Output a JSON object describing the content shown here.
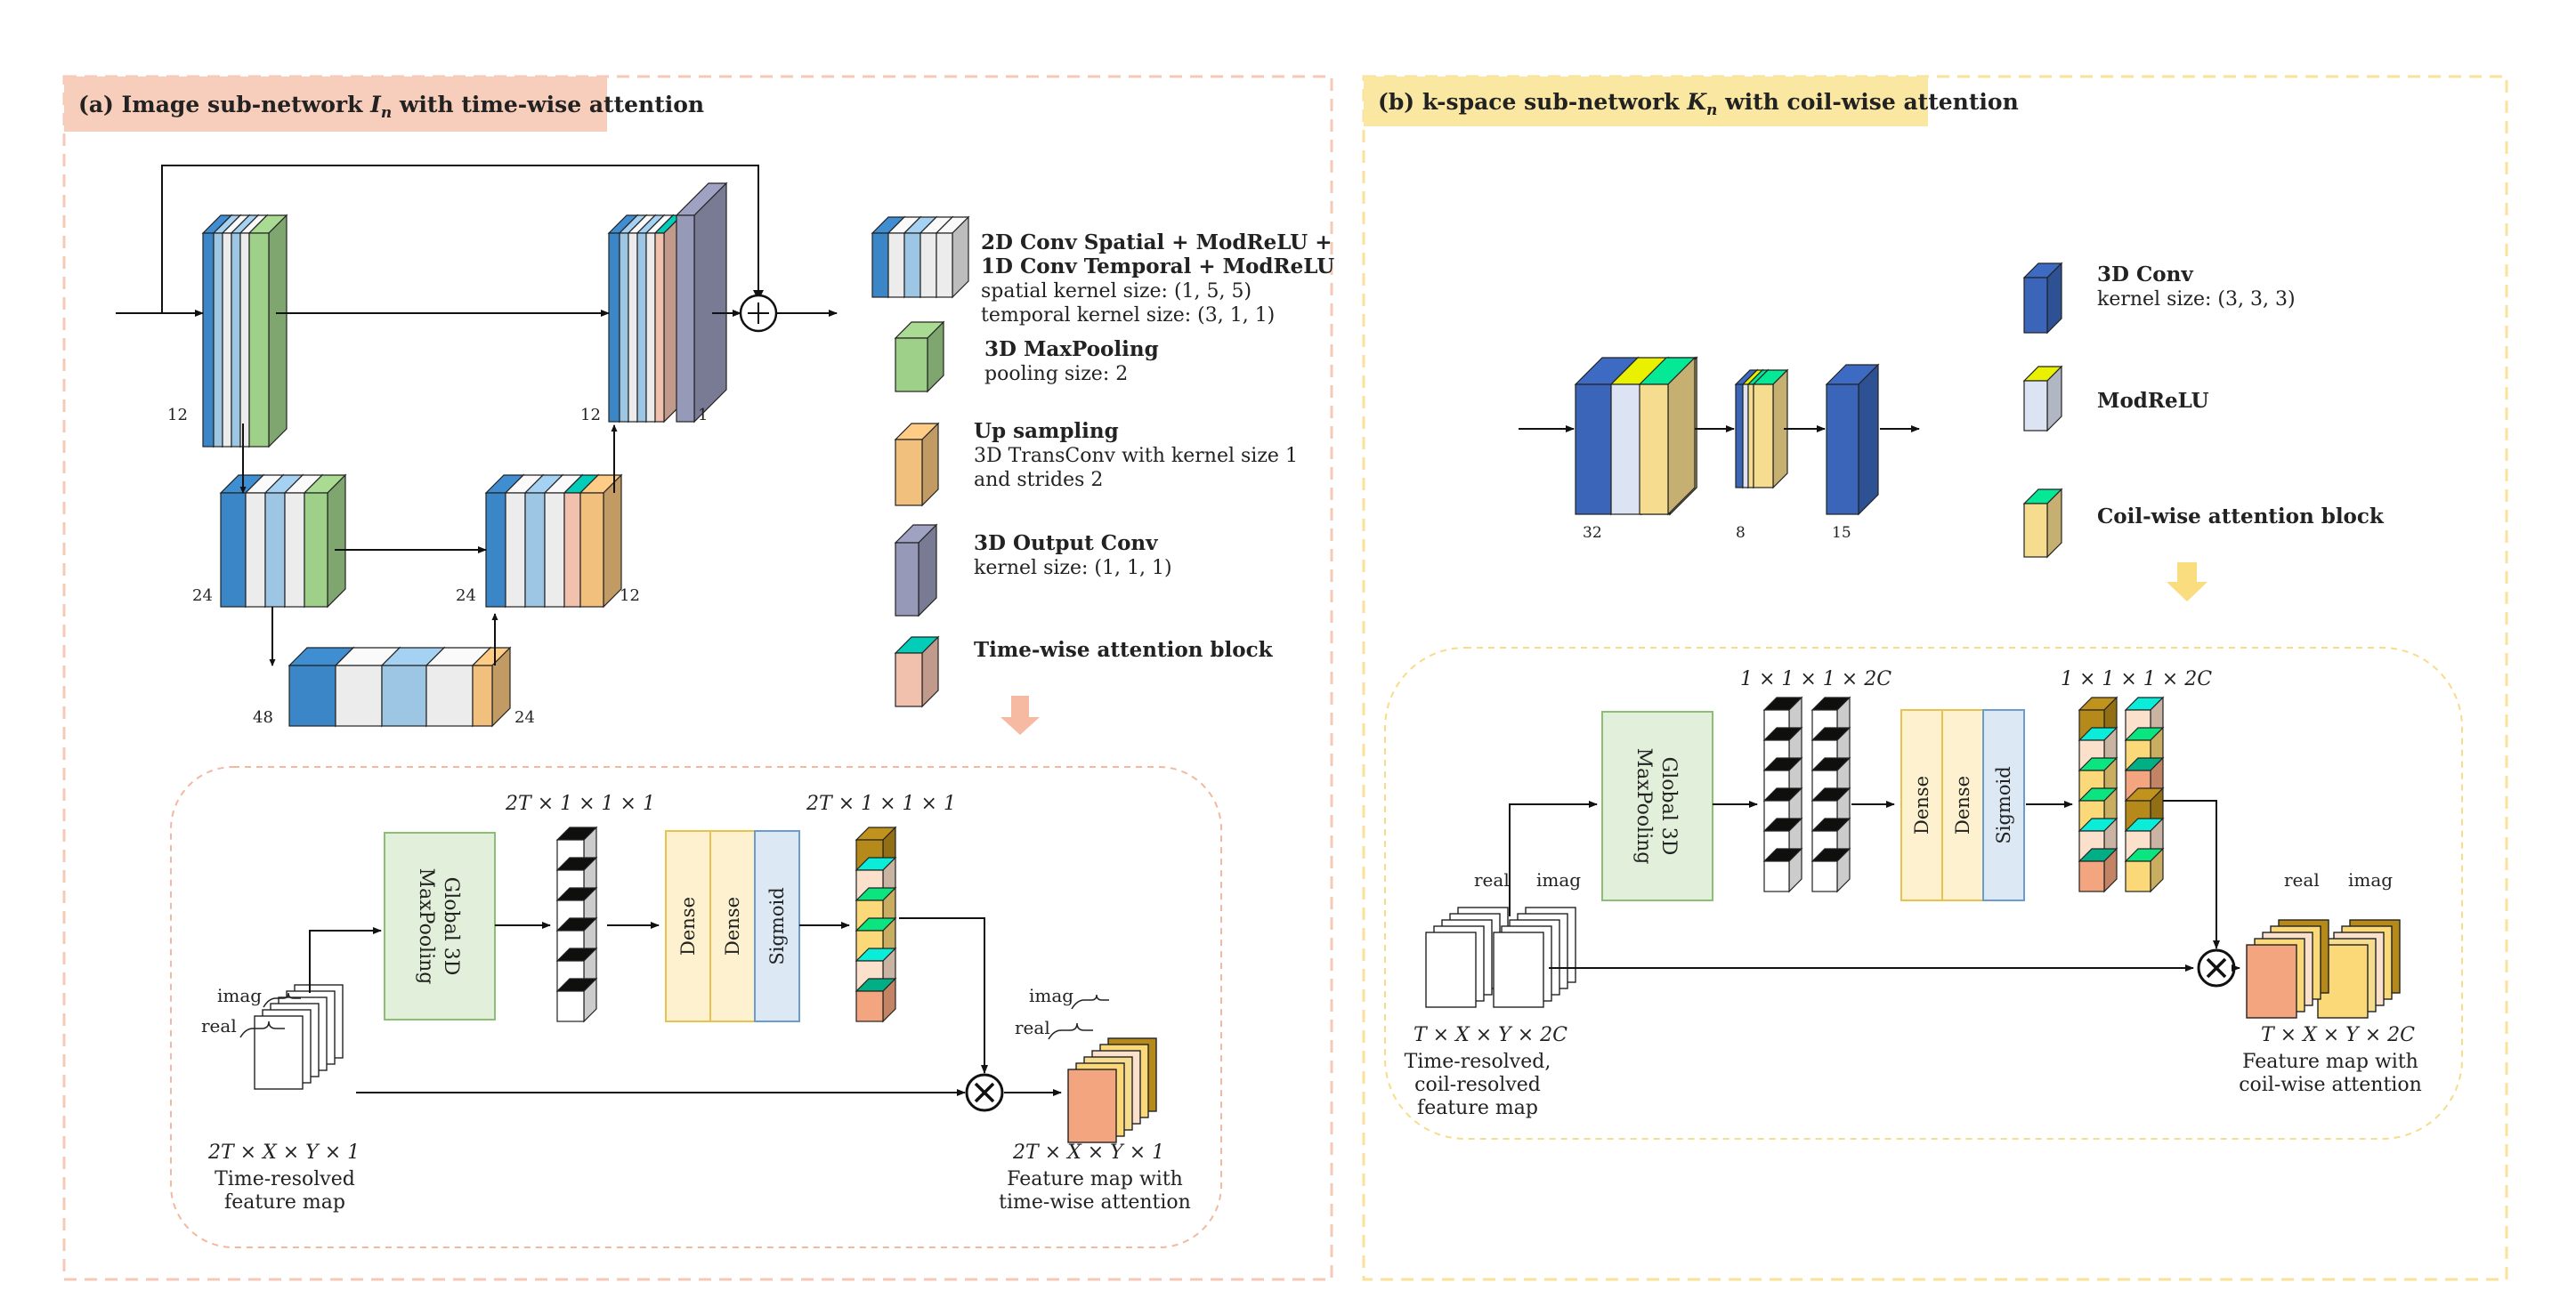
{
  "colors": {
    "blue_dark": "#3b86c6",
    "blue_light": "#9cc6e4",
    "gray_light": "#ececec",
    "green": "#9fd08a",
    "green_dark": "#6e9d5c",
    "orange": "#f1c07d",
    "orange_dark": "#c9955a",
    "purple": "#9799b8",
    "salmon": "#f2c1ae",
    "salmon_dark": "#cf9c88",
    "navy": "#3a65b8",
    "lavender": "#dce3f2",
    "yellow": "#f6dc8e",
    "yellow_dark": "#cdb77a",
    "panel_a_border": "#f5c9b7",
    "panel_a_header": "#f7cdbb",
    "panel_b_border": "#f9e29a",
    "panel_b_header": "#fae7a1",
    "gap_green": "#e2efda",
    "gap_green_border": "#8cbf73",
    "dense_fill": "#fdf1cf",
    "dense_border": "#e8c24c",
    "sigmoid_fill": "#dce9f5",
    "sigmoid_border": "#6a9cd0",
    "attn_gold": "#b68a1a",
    "attn_peach": "#fbe0cc",
    "attn_yellow": "#fbd878",
    "attn_salmon": "#f2a57e"
  },
  "panel_a": {
    "title_prefix": "(a) Image sub-network ",
    "title_symbol": "I",
    "title_sub": "n",
    "title_suffix": " with time-wise attention",
    "unet_labels": {
      "enc1": "12",
      "enc2": "24",
      "bottom_left": "48",
      "bottom_right": "24",
      "dec2_left": "24",
      "dec2_right": "12",
      "dec1_left": "12",
      "dec1_right": "1"
    },
    "plus_symbol": "+",
    "legend": [
      {
        "icon": "conv-block-icon",
        "title_lines": [
          "2D Conv Spatial + ModReLU +",
          "1D Conv Temporal + ModReLU"
        ],
        "desc_lines": [
          "spatial kernel size: (1, 5, 5)",
          "temporal kernel size: (3, 1, 1)"
        ]
      },
      {
        "icon": "maxpool-block-icon",
        "title_lines": [
          "3D MaxPooling"
        ],
        "desc_lines": [
          "pooling size: 2"
        ]
      },
      {
        "icon": "upsample-block-icon",
        "title_lines": [
          "Up sampling"
        ],
        "desc_lines": [
          "3D TransConv with kernel size 1",
          "and strides 2"
        ]
      },
      {
        "icon": "output-conv-block-icon",
        "title_lines": [
          "3D Output Conv"
        ],
        "desc_lines": [
          "kernel size: (1, 1, 1)"
        ]
      },
      {
        "icon": "time-attention-block-icon",
        "title_lines": [
          "Time-wise attention block"
        ],
        "desc_lines": []
      }
    ],
    "attention": {
      "gap_label_lines": [
        "Global 3D",
        "MaxPooling"
      ],
      "dense1": "Dense",
      "dense2": "Dense",
      "sigmoid": "Sigmoid",
      "vec1_label": "2T × 1 × 1 × 1",
      "vec2_label": "2T × 1 × 1 × 1",
      "input_real": "real",
      "input_imag": "imag",
      "input_dim": "2T × X × Y × 1",
      "input_caption_lines": [
        "Time-resolved",
        "feature map"
      ],
      "output_real": "real",
      "output_imag": "imag",
      "output_dim": "2T × X × Y × 1",
      "output_caption_lines": [
        "Feature map with",
        "time-wise attention"
      ],
      "multiply_symbol": "×"
    }
  },
  "panel_b": {
    "title_prefix": "(b) k-space sub-network ",
    "title_symbol": "K",
    "title_sub": "n",
    "title_suffix": " with coil-wise attention",
    "net_labels": {
      "first": "32",
      "second": "8",
      "third": "15"
    },
    "legend": [
      {
        "icon": "3d-conv-block-icon",
        "title_lines": [
          "3D Conv"
        ],
        "desc_lines": [
          "kernel size: (3, 3, 3)"
        ]
      },
      {
        "icon": "modrelu-block-icon",
        "title_lines": [
          "ModReLU"
        ],
        "desc_lines": []
      },
      {
        "icon": "coil-attention-block-icon",
        "title_lines": [
          "Coil-wise attention block"
        ],
        "desc_lines": []
      }
    ],
    "attention": {
      "gap_label_lines": [
        "Global 3D",
        "MaxPooling"
      ],
      "dense1": "Dense",
      "dense2": "Dense",
      "sigmoid": "Sigmoid",
      "vec1_label": "1 × 1 × 1 × 2C",
      "vec2_label": "1 × 1 × 1 × 2C",
      "input_real": "real",
      "input_imag": "imag",
      "input_dim": "T × X × Y × 2C",
      "input_caption_lines": [
        "Time-resolved,",
        "coil-resolved",
        "feature map"
      ],
      "output_real": "real",
      "output_imag": "imag",
      "output_dim": "T × X × Y × 2C",
      "output_caption_lines": [
        "Feature map with",
        "coil-wise attention"
      ],
      "multiply_symbol": "×"
    }
  }
}
